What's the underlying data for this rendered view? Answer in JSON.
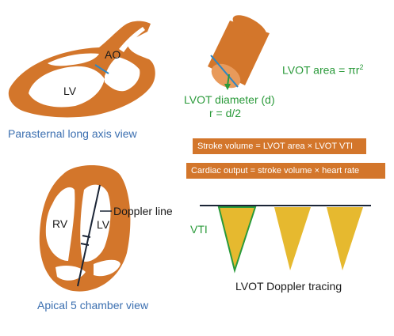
{
  "colors": {
    "tissue": "#d3762b",
    "dark": "#1b2536",
    "green": "#2a9a3a",
    "blue": "#3b6fb0",
    "spectral": "#e6b92f"
  },
  "plax": {
    "ao_label": "AO",
    "lv_label": "LV",
    "caption": "Parasternal long axis view"
  },
  "lvot": {
    "area_label": "LVOT area = πr",
    "area_exp": "2",
    "diameter_label": "LVOT diameter (d)",
    "radius_label": "r = d/2"
  },
  "equations": {
    "stroke_volume": "Stroke volume = LVOT area × LVOT VTI",
    "cardiac_output": "Cardiac output = stroke volume × heart rate"
  },
  "a5c": {
    "rv_label": "RV",
    "lv_label": "LV",
    "doppler_label": "Doppler line",
    "caption": "Apical 5 chamber view"
  },
  "doppler": {
    "vti_label": "VTI",
    "caption": "LVOT Doppler tracing"
  }
}
